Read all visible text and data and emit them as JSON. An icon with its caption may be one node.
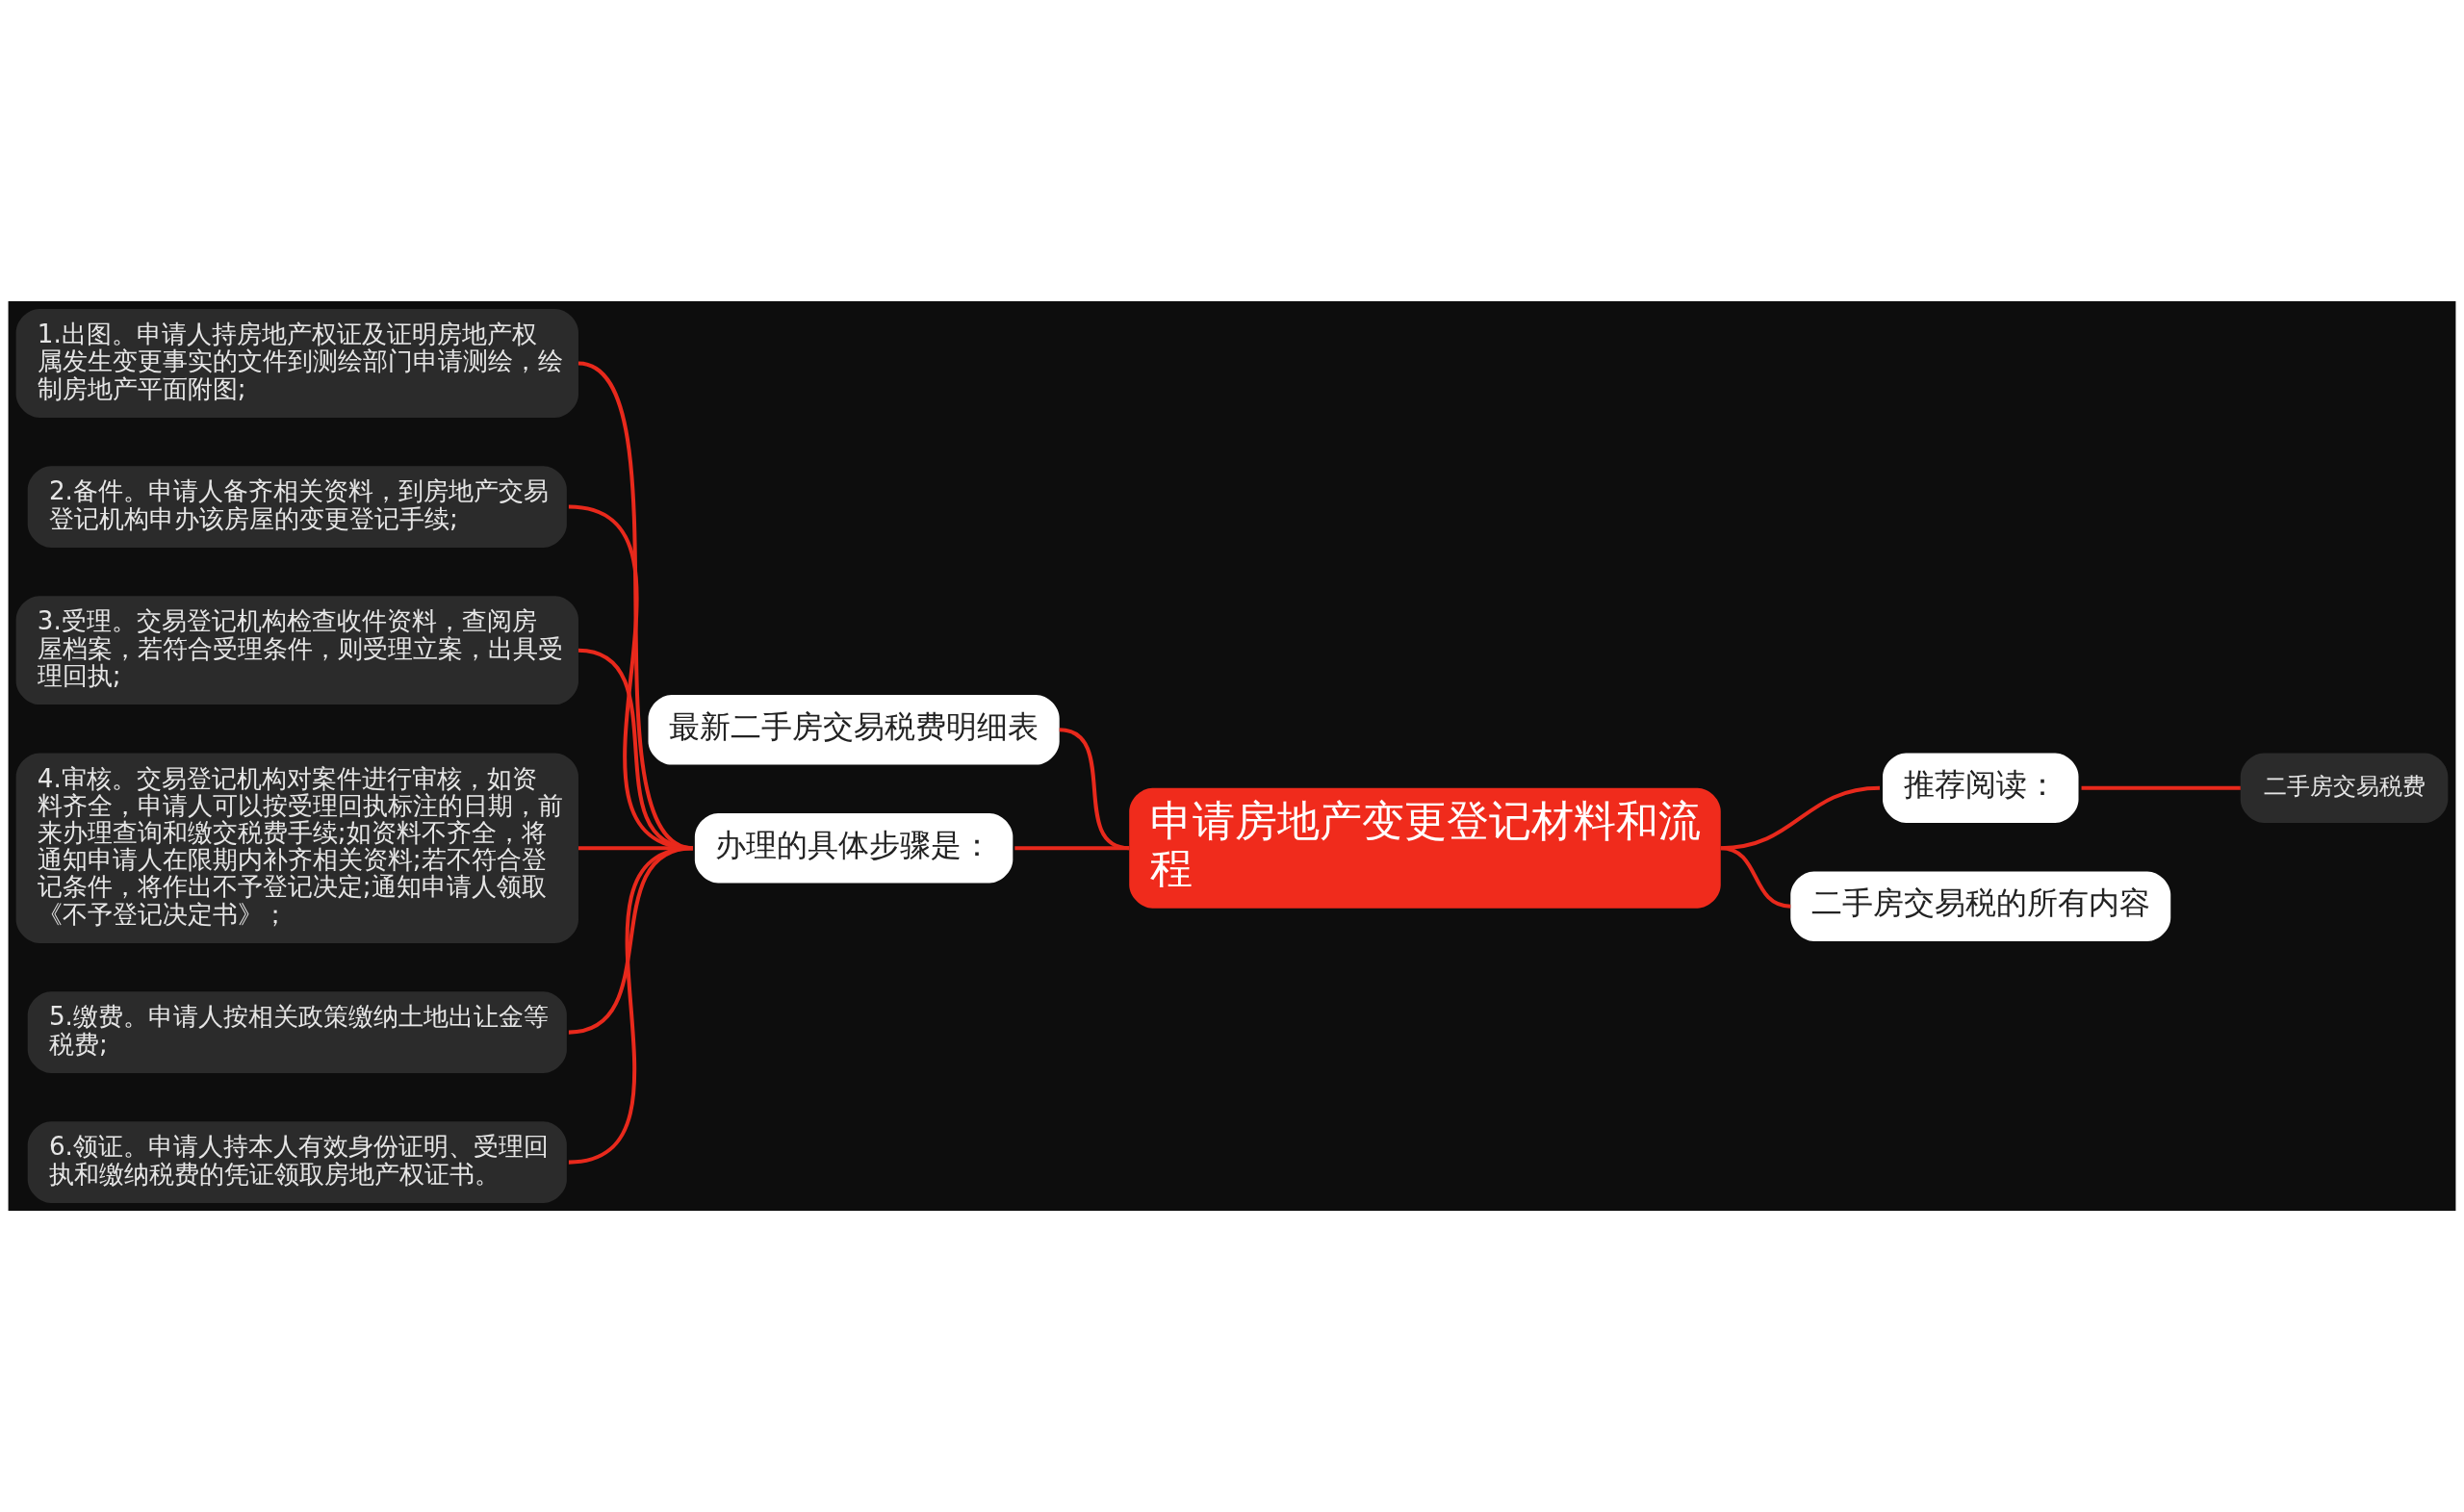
{
  "diagram": {
    "nodes": [
      {
        "text": [
          "申请房地产变更登记材料和流程"
        ]
      },
      {
        "text": [
          "最新二手房交易税费明细表"
        ]
      },
      {
        "text": [
          "办理的具体步骤是："
        ]
      },
      {
        "text": [
          "1.出图。申请人持房地产权证及证明房地产权属发生变更事实的文件到测绘部门申请测绘，绘制房地产平面附图;"
        ]
      },
      {
        "text": [
          "2.备件。申请人备齐相关资料，到房地产交易登记机构申办该房屋的变更登记手续;"
        ]
      },
      {
        "text": [
          "3.受理。交易登记机构检查收件资料，查阅房屋档案，若符合受理条件，则受理立案，出具受理回执;"
        ]
      },
      {
        "text": [
          "4.审核。交易登记机构对案件进行审核，如资料齐全，申请人可以按受理回执标注的日期，前来办理查询和缴交税费手续;如资料不齐全，将通知申请人在限期内补齐相关资料;若不符合登记条件，将作出不予登记决定;通知申请人领取《不予登记决定书》；"
        ]
      },
      {
        "text": [
          "5.缴费。申请人按相关政策缴纳土地出让金等税费;"
        ]
      },
      {
        "text": [
          "6.领证。申请人持本人有效身份证明、受理回执和缴纳税费的凭证领取房地产权证书。"
        ]
      },
      {
        "text": [
          "推荐阅读："
        ]
      },
      {
        "text": [
          "二手房交易税费"
        ]
      },
      {
        "text": [
          "二手房交易税的所有内容"
        ]
      }
    ],
    "edges": [
      {
        "from": 0,
        "to": 1,
        "arrow": "none"
      },
      {
        "from": 0,
        "to": 2,
        "arrow": "none"
      },
      {
        "from": 2,
        "to": 3,
        "arrow": "none"
      },
      {
        "from": 2,
        "to": 4,
        "arrow": "none"
      },
      {
        "from": 2,
        "to": 5,
        "arrow": "none"
      },
      {
        "from": 2,
        "to": 6,
        "arrow": "none"
      },
      {
        "from": 2,
        "to": 7,
        "arrow": "none"
      },
      {
        "from": 2,
        "to": 8,
        "arrow": "none"
      },
      {
        "from": 0,
        "to": 9,
        "arrow": "none"
      },
      {
        "from": 9,
        "to": 10,
        "arrow": "none"
      },
      {
        "from": 0,
        "to": 11,
        "arrow": "none"
      }
    ]
  }
}
